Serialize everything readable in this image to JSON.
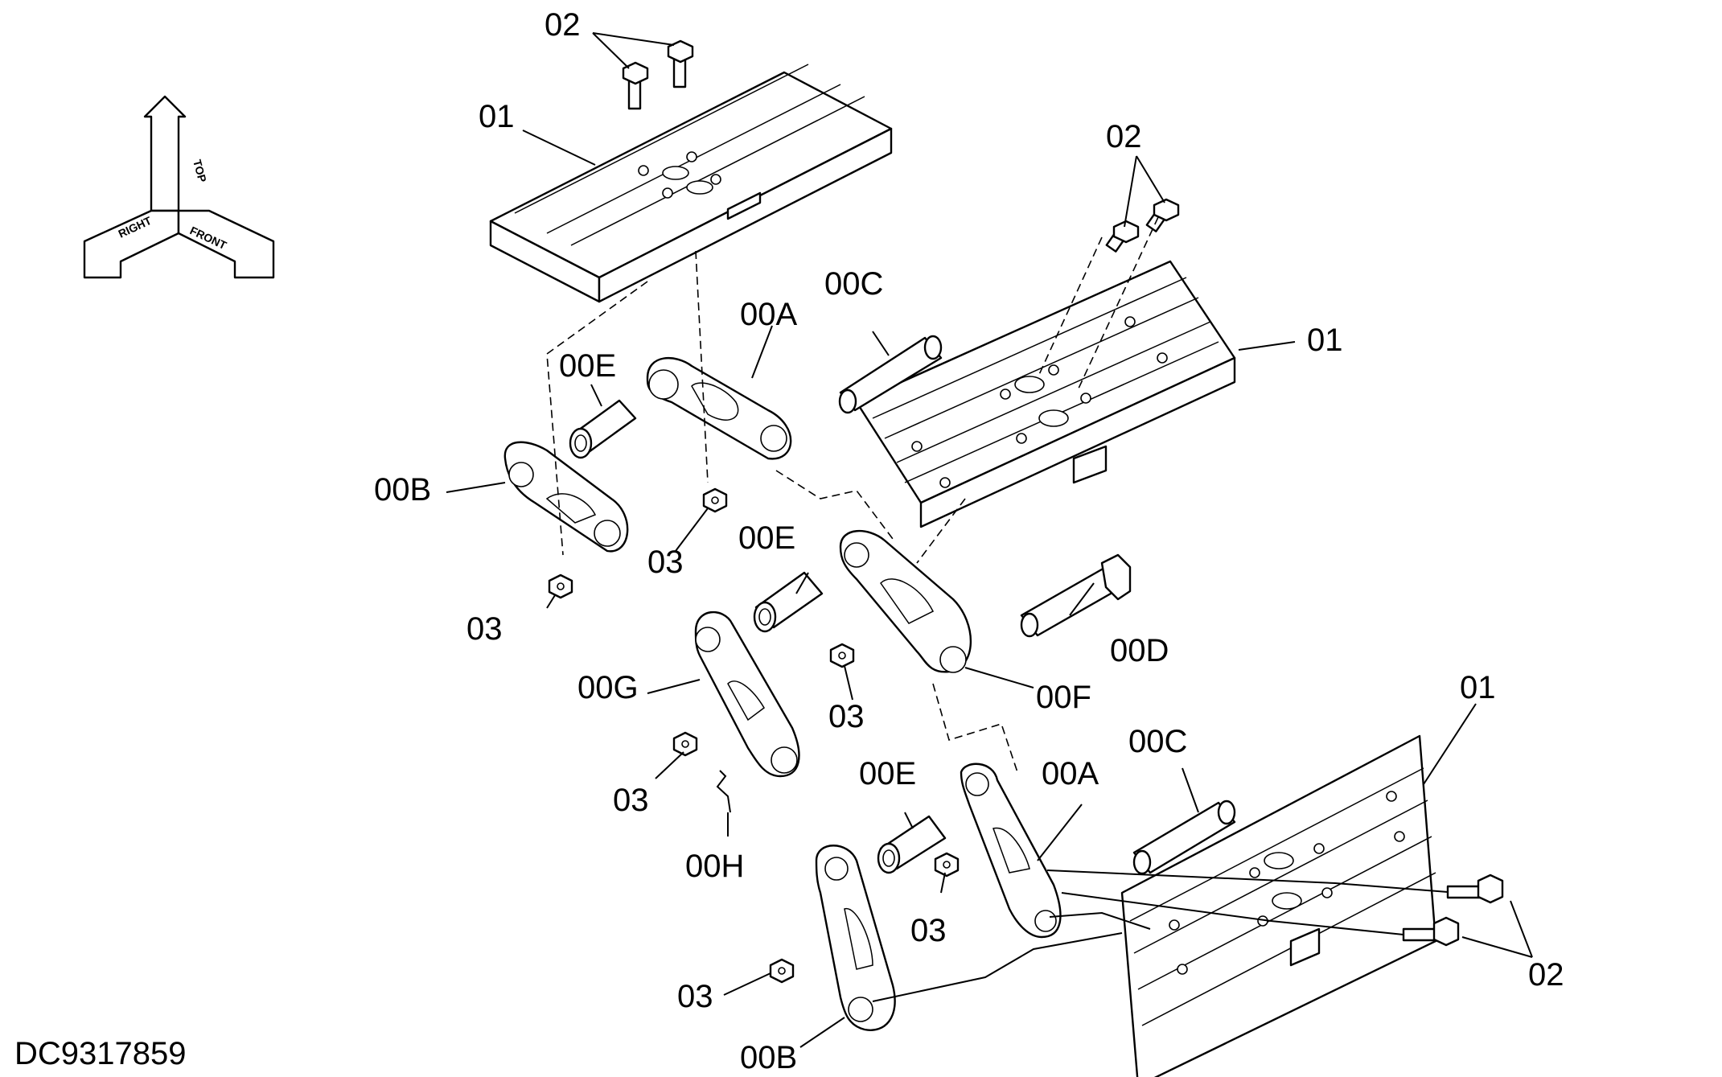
{
  "drawing_id": "DC9317859",
  "orientation": {
    "top": "TOP",
    "right": "RIGHT",
    "front": "FRONT"
  },
  "callouts": {
    "c01_top": "01",
    "c01_mid": "01",
    "c01_bot": "01",
    "c02_top": "02",
    "c02_mid": "02",
    "c02_bot": "02",
    "c00A_top": "00A",
    "c00A_bot": "00A",
    "c00B_top": "00B",
    "c00B_bot": "00B",
    "c00C_top": "00C",
    "c00C_bot": "00C",
    "c00D": "00D",
    "c00E_top": "00E",
    "c00E_mid": "00E",
    "c00E_bot": "00E",
    "c00F": "00F",
    "c00G": "00G",
    "c00H": "00H",
    "c03_a": "03",
    "c03_b": "03",
    "c03_c": "03",
    "c03_d": "03",
    "c03_e": "03",
    "c03_f": "03"
  }
}
